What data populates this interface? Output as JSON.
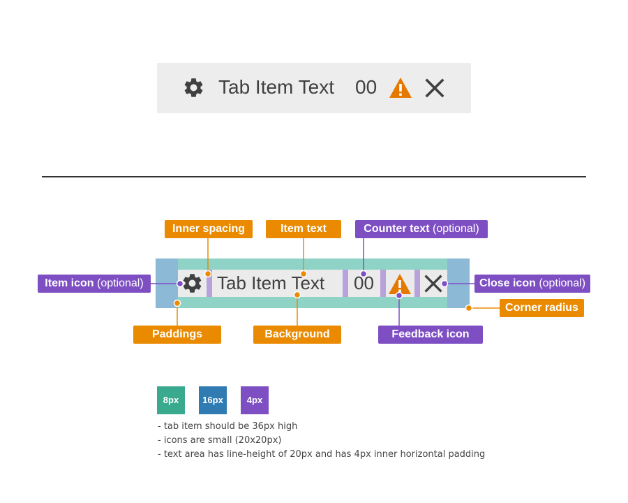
{
  "tab": {
    "text": "Tab Item Text",
    "counter": "00"
  },
  "labels": {
    "inner_spacing": "Inner spacing",
    "item_text": "Item text",
    "counter_text": "Counter text",
    "counter_text_opt": "(optional)",
    "item_icon": "Item icon",
    "item_icon_opt": "(optional)",
    "close_icon": "Close icon",
    "close_icon_opt": "(optional)",
    "corner_radius": "Corner radius",
    "paddings": "Paddings",
    "background": "Background",
    "feedback_icon": "Feedback icon"
  },
  "legend": [
    {
      "label": "8px",
      "color": "#3aaa8f"
    },
    {
      "label": "16px",
      "color": "#2f7bb2"
    },
    {
      "label": "4px",
      "color": "#7d4fc3"
    }
  ],
  "notes": [
    "- tab item should be 36px high",
    "- icons are small (20x20px)",
    "- text area has line-height of 20px and has 4px inner horizontal padding"
  ],
  "colors": {
    "orange": "#e98a00",
    "purple": "#7d4fc3",
    "teal": "#8fd3c6",
    "blue": "#8bb9d6",
    "lavender": "#b8a2dc",
    "warning": "#e47800",
    "icon": "#404040"
  },
  "icons": [
    "gear-icon",
    "warning-icon",
    "close-icon"
  ]
}
